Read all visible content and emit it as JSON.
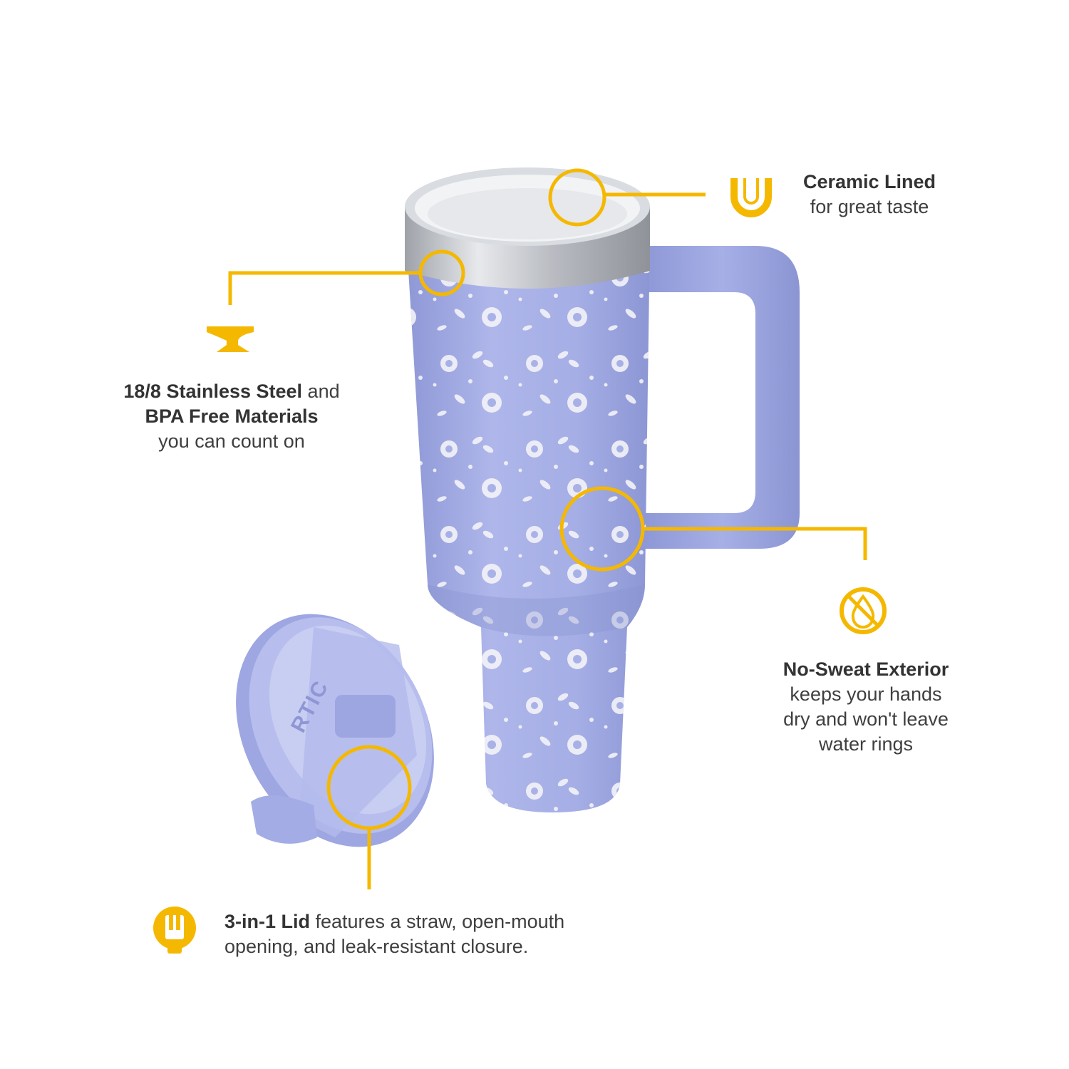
{
  "brand": {
    "lid_logo": "RTIC"
  },
  "colors": {
    "accent": "#F5B800",
    "tumbler": "#A7B0E6",
    "tumbler_dark": "#8F99D8",
    "pattern": "#F2F2F6",
    "steel": "#C9CCD2",
    "text": "#3f3f3f"
  },
  "features": {
    "ceramic": {
      "icon": "u-shape-icon",
      "title": "Ceramic Lined",
      "desc": "for great taste"
    },
    "steel": {
      "icon": "anvil-icon",
      "title_a": "18/8 Stainless Steel",
      "mid": " and",
      "title_b": "BPA Free Materials",
      "desc": "you can count on"
    },
    "sweat": {
      "icon": "no-drop-icon",
      "title": "No-Sweat Exterior",
      "desc_1": "keeps your hands",
      "desc_2": "dry and won't leave",
      "desc_3": "water rings"
    },
    "lid": {
      "icon": "lid-icon",
      "title": "3-in-1 Lid",
      "desc_1": " features a straw, open-mouth",
      "desc_2": "opening, and leak-resistant closure."
    }
  }
}
